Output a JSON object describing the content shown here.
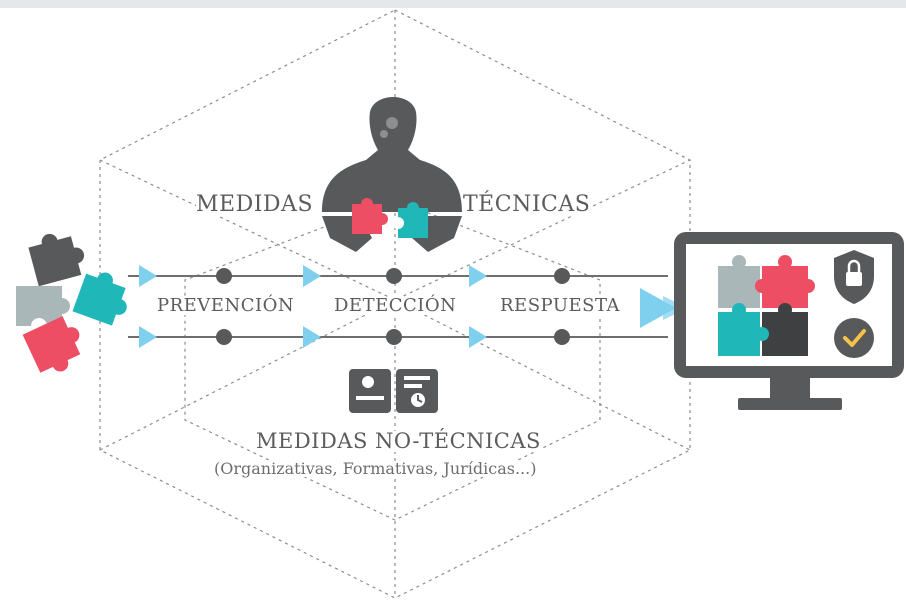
{
  "labels": {
    "tech_left": "MEDIDAS",
    "tech_right": "TÉCNICAS",
    "nontech_title": "MEDIDAS NO-TÉCNICAS",
    "nontech_subtitle": "(Organizativas, Formativas, Jurídicas...)"
  },
  "stages": [
    "PREVENCIÓN",
    "DETECCIÓN",
    "RESPUESTA"
  ],
  "icons": {
    "person": "person-with-gears-icon",
    "puzzle_pieces": "puzzle-pieces-icon",
    "document": "document-chart-icon",
    "monitor": "monitor-icon",
    "lock": "lock-shield-icon",
    "check": "check-badge-icon"
  },
  "colors": {
    "dark_gray": "#58595b",
    "pink": "#ee4e63",
    "teal": "#1fb7b8",
    "light_gray": "#aab7b8",
    "arrow_blue": "#7fd0ee",
    "text": "#5b5c5e",
    "check_yellow": "#f5c34a"
  }
}
